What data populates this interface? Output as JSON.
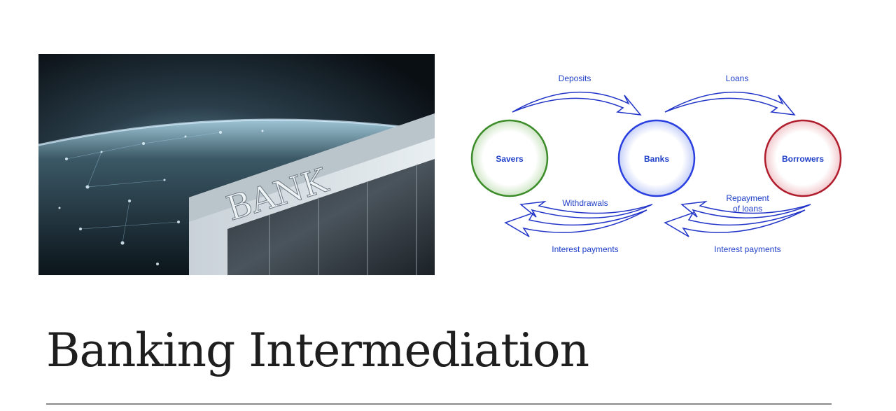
{
  "slide": {
    "title": "Banking Intermediation"
  },
  "photo": {
    "sign_text": "BANK"
  },
  "diagram": {
    "nodes": {
      "savers": "Savers",
      "banks": "Banks",
      "borrowers": "Borrowers"
    },
    "flows": {
      "deposits": "Deposits",
      "loans": "Loans",
      "withdrawals": "Withdrawals",
      "repayment_line1": "Repayment",
      "repayment_line2": "of loans",
      "interest_left": "Interest payments",
      "interest_right": "Interest payments"
    },
    "colors": {
      "savers": "#3c8c2a",
      "banks": "#2a3fe0",
      "borrowers": "#b01e2e",
      "text": "#1f3fc8",
      "arrow": "#2235c8"
    }
  }
}
